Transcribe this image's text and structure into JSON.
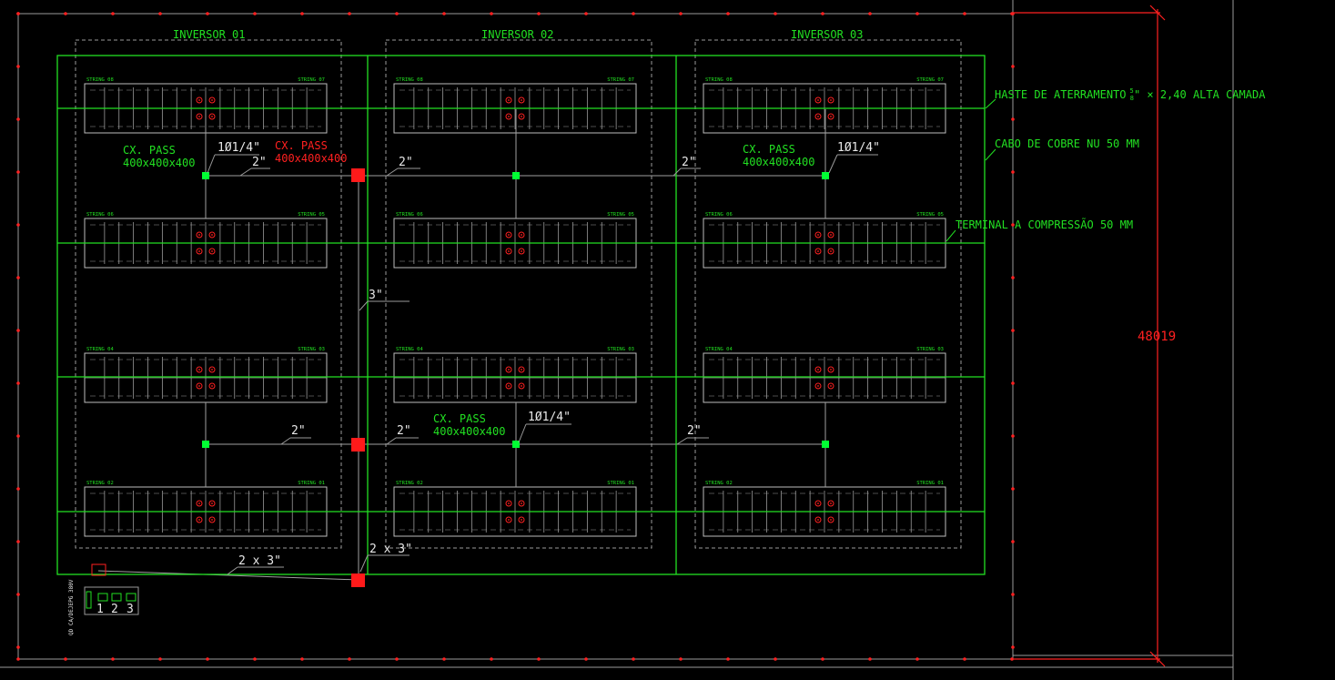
{
  "colors": {
    "background": "#000000",
    "grounding_cable": "#22e022",
    "box_green": "#00ff33",
    "box_red": "#ff1a1a",
    "annotation_red": "#ff2020",
    "module_outline": "#bdbdbd",
    "leader": "#9a9a9a"
  },
  "inverters": [
    {
      "label": "INVERSOR 01"
    },
    {
      "label": "INVERSOR 02"
    },
    {
      "label": "INVERSOR 03"
    }
  ],
  "strings": {
    "row1_left": "STRING 08",
    "row1_right": "STRING 07",
    "row2_left": "STRING 06",
    "row2_right": "STRING 05",
    "row3_left": "STRING 04",
    "row3_right": "STRING 03",
    "row4_left": "STRING 02",
    "row4_right": "STRING 01"
  },
  "legend": {
    "haste": "HASTE DE ATERRAMENTO",
    "haste_frac_num": "5",
    "haste_frac_den": "8",
    "haste_tail": "\" × 2,40 ALTA CAMADA",
    "cabo": "CABO DE COBRE NU 50 MM",
    "terminal": "TERMINAL A COMPRESSÃO 50 MM"
  },
  "dimension": "48019",
  "boxes": {
    "cx_pass": "CX. PASS",
    "cx_size": "400x400x400",
    "conduit_main": "1Ø1/4\"",
    "conduit_2": "2\"",
    "conduit_3": "3\"",
    "conduit_2x3": "2 x 3\""
  },
  "panel": {
    "numbers": [
      "1",
      "2",
      "3"
    ],
    "side_text": "QD CA/DEJEPG 380V"
  }
}
